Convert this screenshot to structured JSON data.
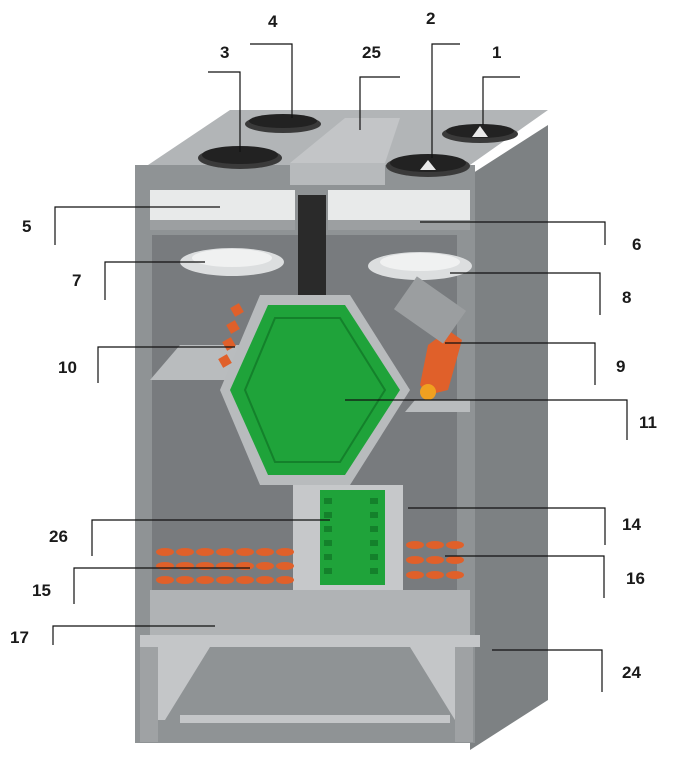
{
  "labels": {
    "l1": "1",
    "l2": "2",
    "l3": "3",
    "l4": "4",
    "l5": "5",
    "l6": "6",
    "l7": "7",
    "l8": "8",
    "l9": "9",
    "l10": "10",
    "l11": "11",
    "l14": "14",
    "l15": "15",
    "l16": "16",
    "l17": "17",
    "l24": "24",
    "l25": "25",
    "l26": "26"
  },
  "colors": {
    "casing": "#8a8e90",
    "casing_dark": "#6c7072",
    "interior": "#c9cbcc",
    "exchanger": "#1fa33a",
    "exchanger_dark": "#14812b",
    "coil": "#e0602a",
    "duct": "#2a2a2a"
  }
}
